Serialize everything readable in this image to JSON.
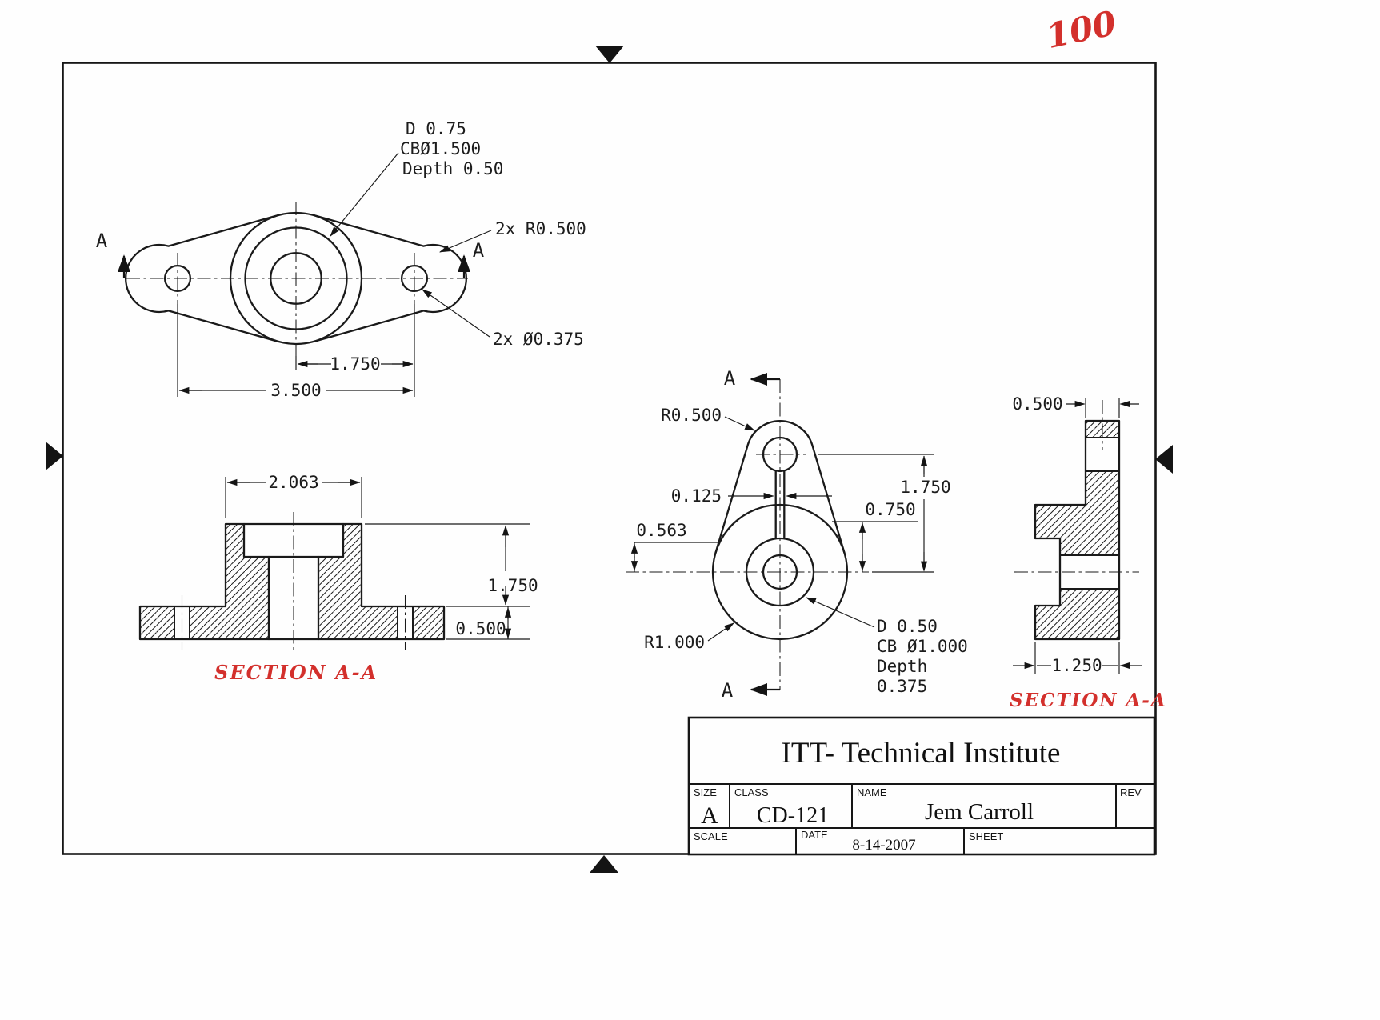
{
  "sheet": {
    "grade_mark": "100"
  },
  "top_view": {
    "section_arrow_left": "A",
    "section_arrow_right": "A",
    "cb_note": [
      "D 0.75",
      "CBØ1.500",
      "Depth 0.50"
    ],
    "radius_note": "2x R0.500",
    "holes_note": "2x Ø0.375",
    "dim_center_to_hole": "1.750",
    "dim_between_holes": "3.500"
  },
  "left_section": {
    "dim_boss_width": "2.063",
    "dim_total_height": "1.750",
    "dim_base_height": "0.500",
    "caption": "SECTION A-A"
  },
  "front_view": {
    "section_arrow_top": "A",
    "section_arrow_bottom": "A",
    "radius_top_note": "R0.500",
    "dim_slot_width": "0.125",
    "dim_slot_offset": "0.563",
    "dim_hole_spacing": "1.750",
    "dim_cb_offset": "0.750",
    "radius_bottom_note": "R1.000",
    "cb_note": [
      "D 0.50",
      "CB Ø1.000",
      "Depth",
      "0.375"
    ]
  },
  "right_section": {
    "dim_thickness": "0.500",
    "dim_width": "1.250",
    "caption": "SECTION A-A"
  },
  "title_block": {
    "company": "ITT- Technical Institute",
    "size_label": "SIZE",
    "size_value": "A",
    "class_label": "CLASS",
    "class_value": "CD-121",
    "name_label": "NAME",
    "name_value": "Jem Carroll",
    "rev_label": "REV",
    "scale_label": "SCALE",
    "date_label": "DATE",
    "date_value": "8-14-2007",
    "sheet_label": "SHEET"
  }
}
